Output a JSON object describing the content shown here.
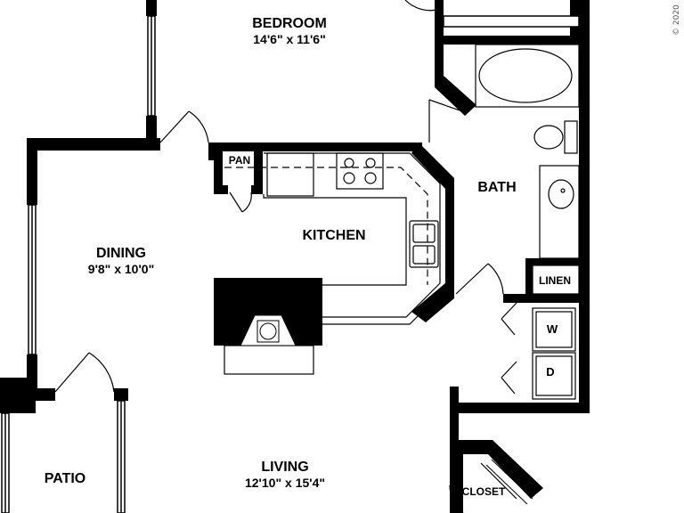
{
  "floorplan": {
    "rooms": {
      "bedroom": {
        "name": "BEDROOM",
        "dims": "14'6\" x 11'6\""
      },
      "dining": {
        "name": "DINING",
        "dims": "9'8\" x 10'0\""
      },
      "living": {
        "name": "LIVING",
        "dims": "12'10\" x 15'4\""
      },
      "kitchen": {
        "name": "KITCHEN"
      },
      "bath": {
        "name": "BATH"
      },
      "patio": {
        "name": "PATIO"
      },
      "pan": {
        "name": "PAN"
      },
      "linen": {
        "name": "LINEN"
      },
      "closet": {
        "name": "CLOSET"
      }
    },
    "appliances": {
      "washer": "W",
      "dryer": "D"
    },
    "copyright": "© 2020"
  },
  "colors": {
    "wall": "#000000",
    "fixture": "#000000",
    "background": "#ffffff"
  }
}
